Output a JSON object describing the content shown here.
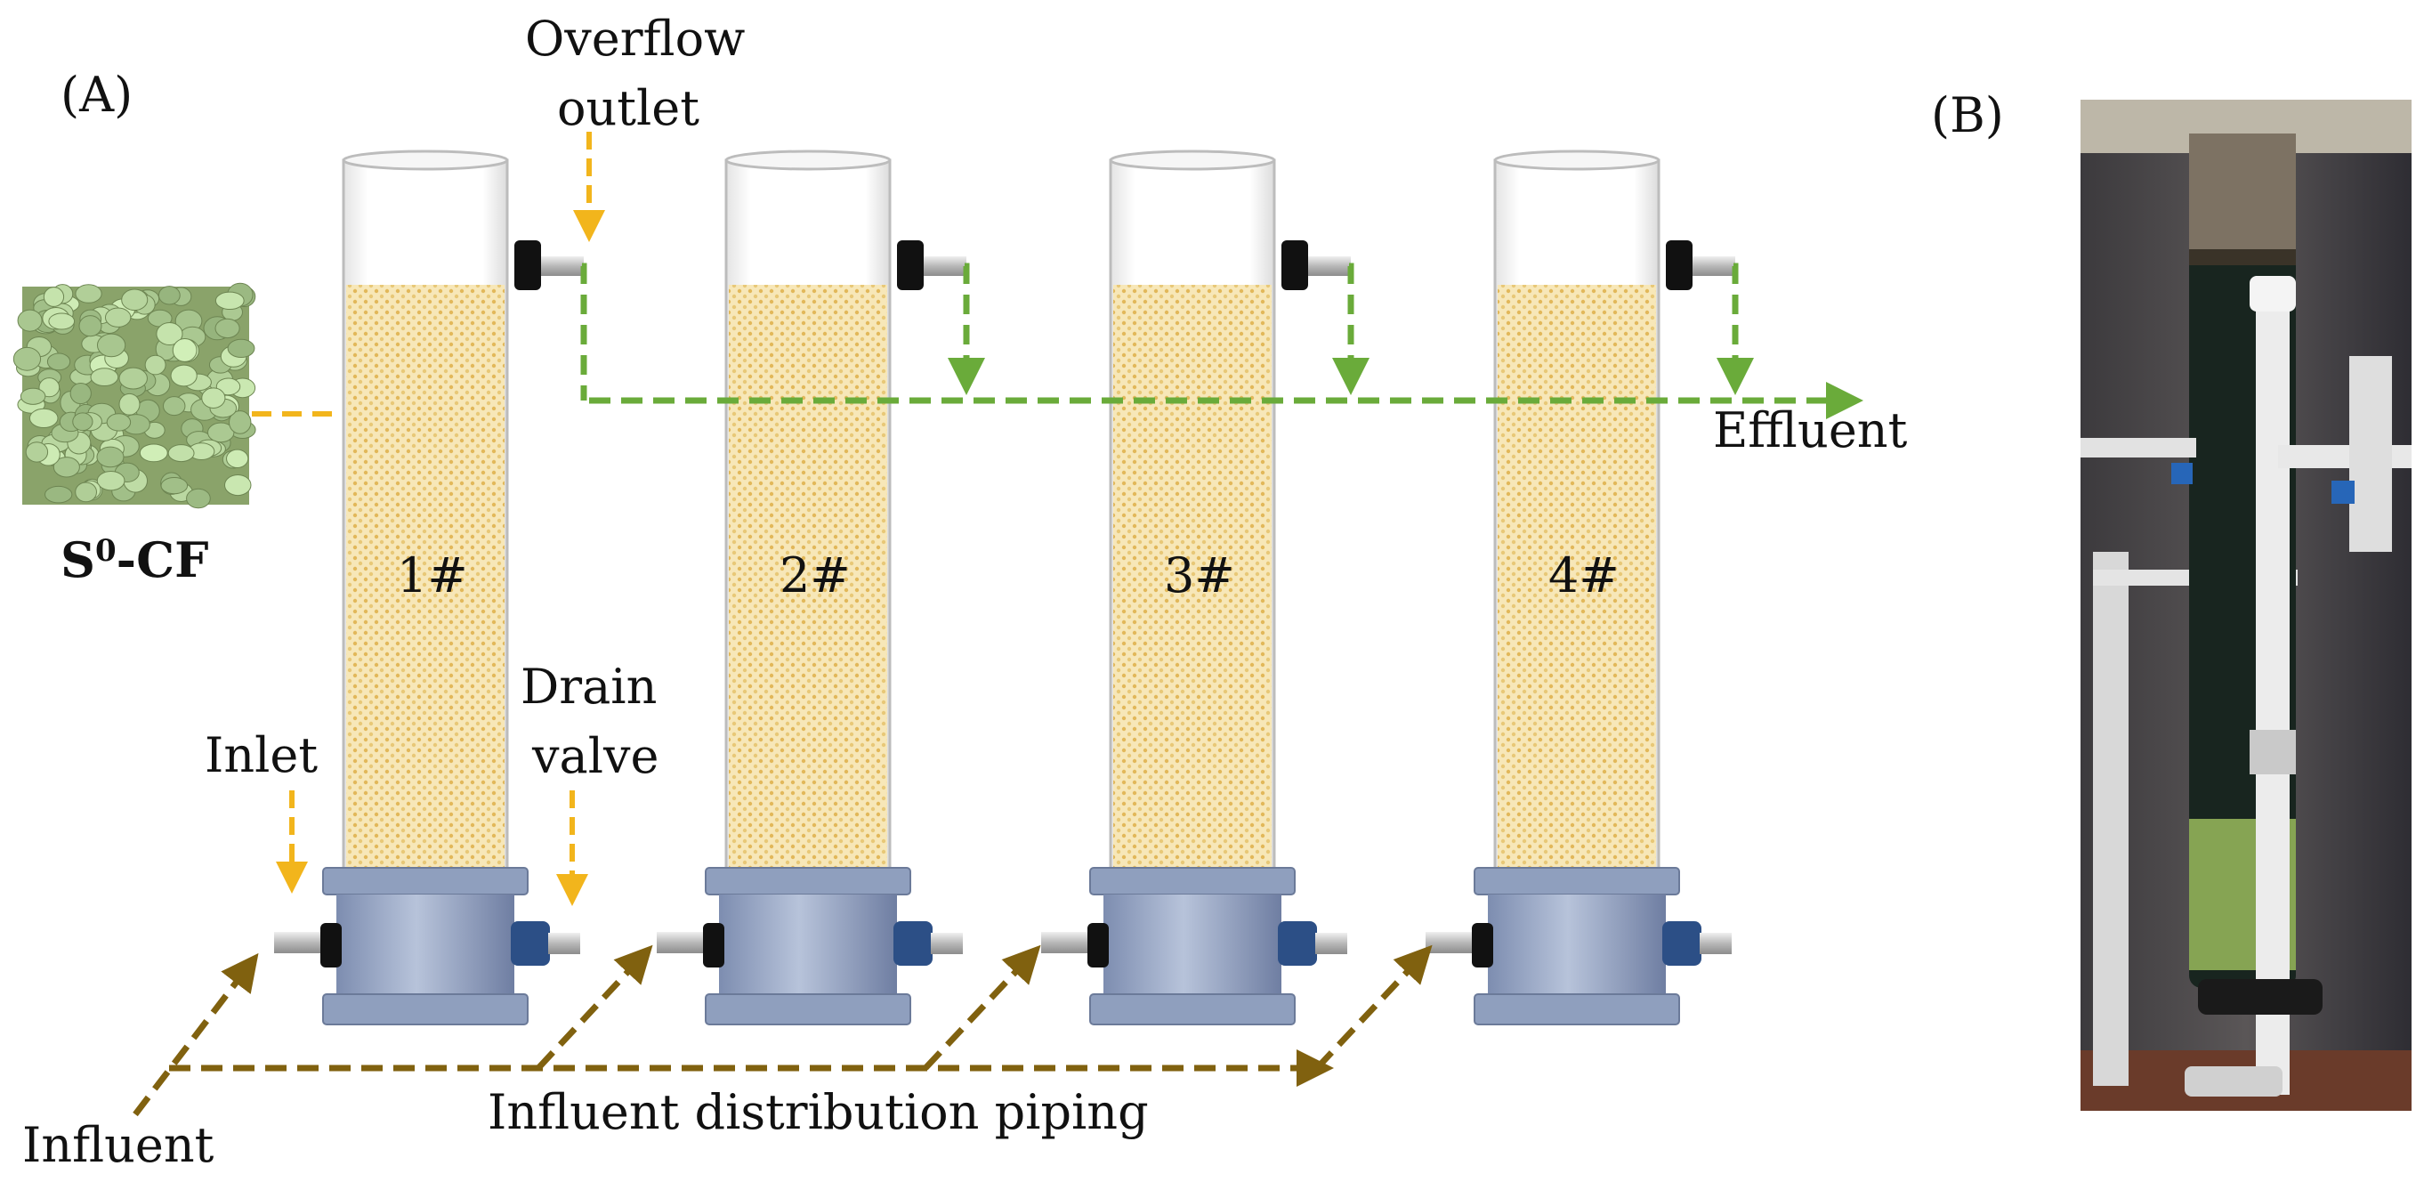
{
  "panel_a": {
    "label": "(A)",
    "overflow_outlet": [
      "Overflow",
      "outlet"
    ],
    "material_sub": "0",
    "material": "S",
    "material_suffix": "-CF",
    "columns": [
      "1#",
      "2#",
      "3#",
      "4#"
    ],
    "inlet": "Inlet",
    "drain_valve": [
      "Drain",
      "valve"
    ],
    "effluent": "Effluent",
    "influent": "Influent",
    "distribution": "Influent distribution piping"
  },
  "panel_b": {
    "label": "(B)"
  },
  "colors": {
    "orange_arrow": "#f2b51c",
    "green_arrow": "#6aab3a",
    "brown_arrow": "#80610f",
    "media": "#f6e0a8",
    "column_base": "#98a8c4",
    "blue_valve": "#2c4f86"
  }
}
